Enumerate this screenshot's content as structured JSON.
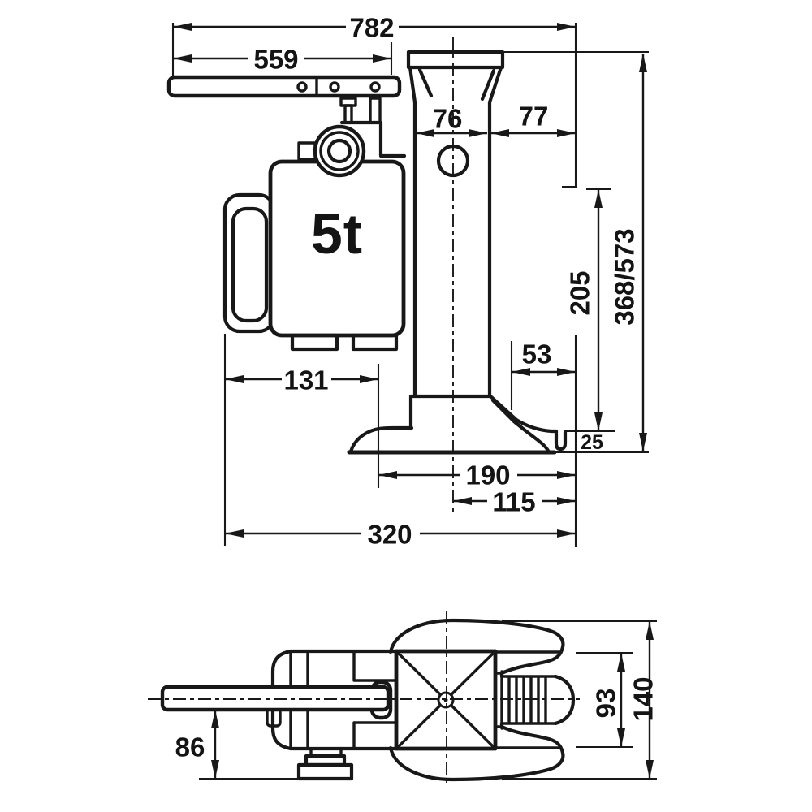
{
  "capacity_label": "5t",
  "side_view": {
    "dims": {
      "overall_length": "782",
      "handle_length": "559",
      "post_width": "76",
      "post_offset": "77",
      "lift_stroke": "205",
      "height_min_max": "368/573",
      "toe_depth": "53",
      "toe_height": "25",
      "body_offset": "131",
      "base_length": "190",
      "base_offset": "115",
      "overall_base": "320"
    }
  },
  "plan_view": {
    "dims": {
      "handle_offset": "86",
      "base_width": "93",
      "overall_width": "140"
    }
  }
}
